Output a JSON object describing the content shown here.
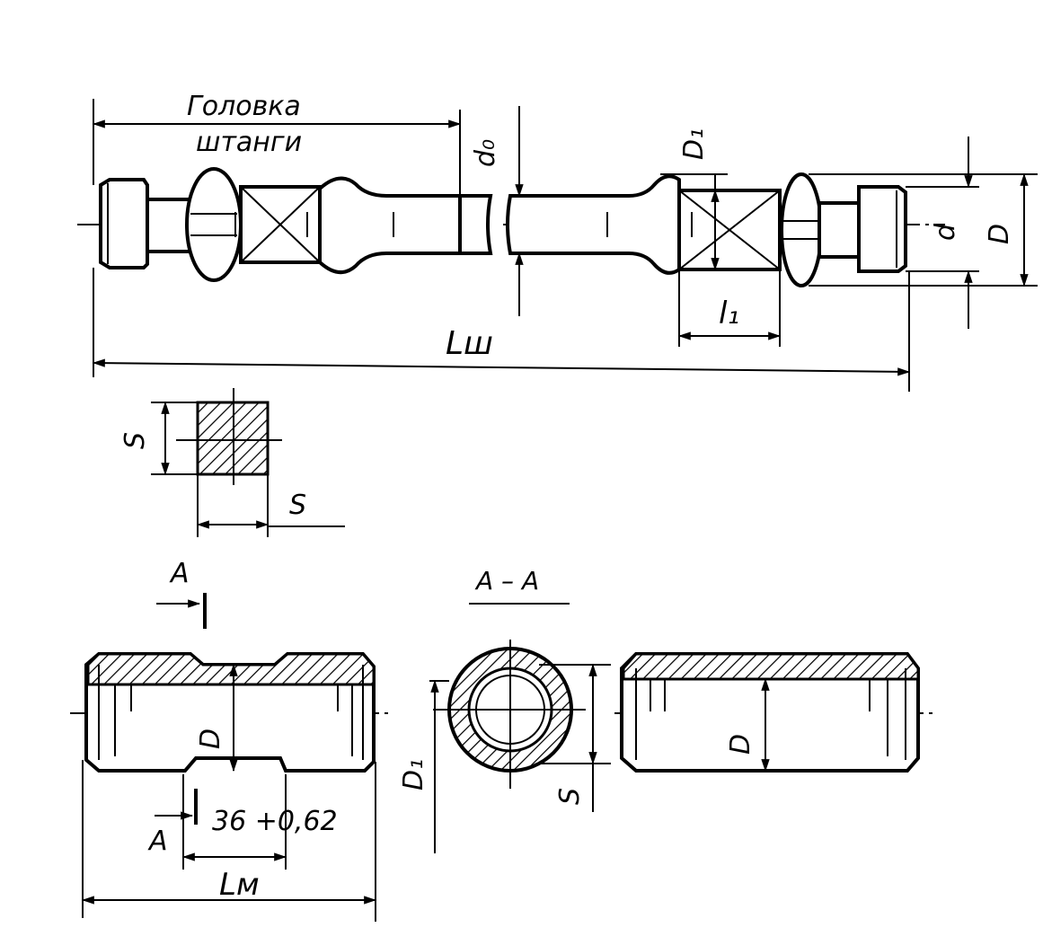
{
  "labels": {
    "head_line1": "Головка",
    "head_line2": "штанги",
    "d0": "d₀",
    "D1_top": "D₁",
    "d": "d",
    "D_top": "D",
    "l1": "l₁",
    "Lsh": "Lш",
    "S_vertical": "S",
    "S_horizontal": "S",
    "A_top": "A",
    "section_title": "A – A",
    "D_coupling": "D",
    "D1_section": "D₁",
    "S_section": "S",
    "D_right": "D",
    "tolerance": "36 +0,62",
    "A_bottom": "A",
    "Lm": "Lм"
  }
}
